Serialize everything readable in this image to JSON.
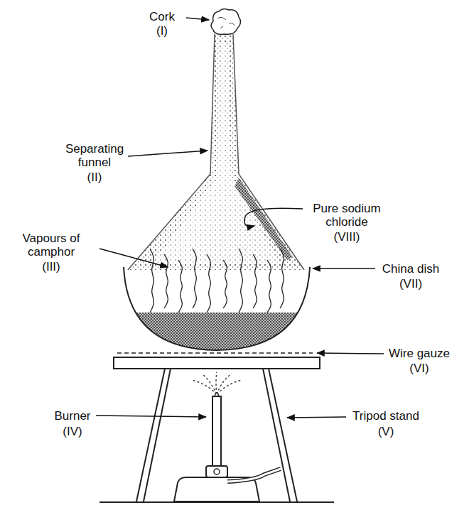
{
  "diagram": {
    "labels": [
      "Cork",
      "(I)",
      "Separating funnel",
      "(II)",
      "Vapours of camphor",
      "(III)",
      "Pure sodium chloride",
      "(VIII)",
      "China dish",
      "(VII)",
      "Wire gauze",
      "(VI)",
      "Burner",
      "(IV)",
      "Tripod stand",
      "(V)"
    ]
  }
}
